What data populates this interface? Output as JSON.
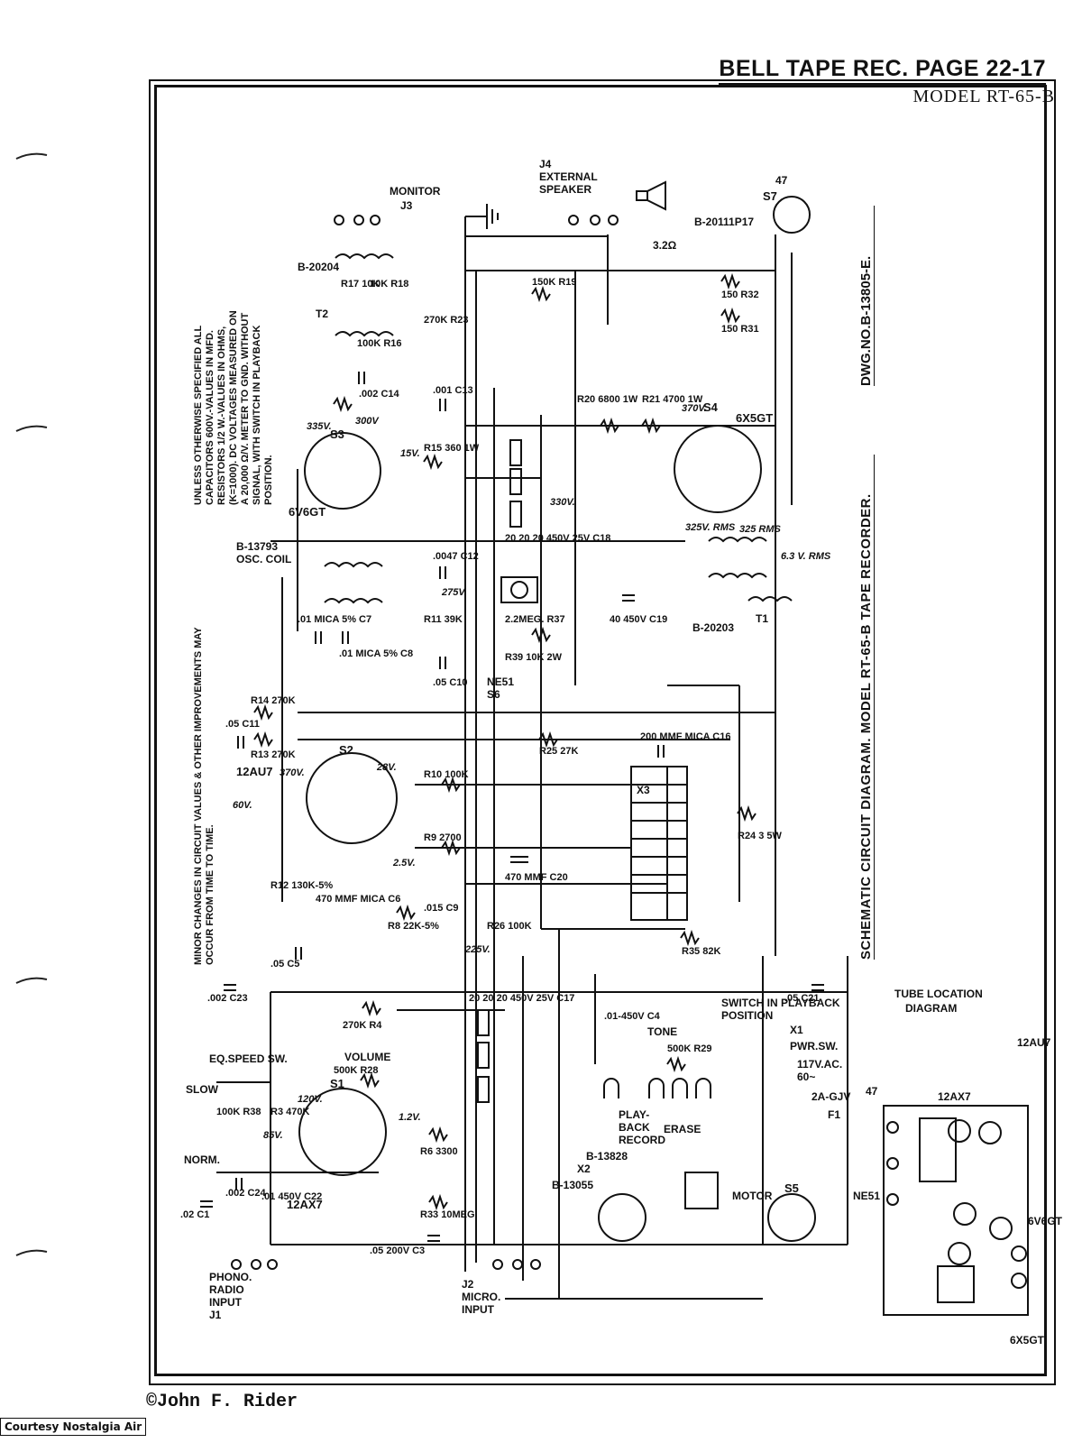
{
  "header": {
    "title": "BELL TAPE REC. PAGE 22-17",
    "model": "MODEL RT-65-B"
  },
  "notes": {
    "unless": [
      "UNLESS OTHERWISE SPECIFIED ALL",
      "CAPACITORS 600V.-VALUES IN MFD.",
      "RESISTORS 1/2 W.-VALUES IN OHMS,",
      "(K=1000). DC VOLTAGES MEASURED ON",
      "A 20,000 Ω/V. METER TO GND. WITHOUT",
      "SIGNAL, WITH SWITCH IN PLAYBACK",
      "POSITION."
    ],
    "minor": [
      "MINOR CHANGES IN CIRCUIT VALUES & OTHER IMPROVEMENTS MAY",
      "OCCUR FROM TIME TO TIME."
    ]
  },
  "captions": {
    "schematic": "SCHEMATIC CIRCUIT DIAGRAM. MODEL RT-65-B TAPE RECORDER.",
    "dwg": "DWG.NO.B-13805-E.",
    "tube_location": [
      "TUBE LOCATION",
      "DIAGRAM"
    ],
    "switch_note": [
      "SWITCH IN PLAYBACK",
      "POSITION"
    ]
  },
  "tubes": {
    "v1": "12AX7",
    "v2": "12AU7",
    "v3": "6V6GT",
    "v4": "6X5GT",
    "s1": "S1",
    "s2": "S2",
    "s3": "S3",
    "s4": "S4",
    "s5": "S5",
    "s7": "S7"
  },
  "labels": {
    "monitor": "MONITOR",
    "j3": "J3",
    "ext_speaker": [
      "J4",
      "EXTERNAL",
      "SPEAKER"
    ],
    "phono": [
      "PHONO.",
      "RADIO",
      "INPUT",
      "J1"
    ],
    "micro": [
      "J2",
      "MICRO.",
      "INPUT"
    ],
    "eq_speed": "EQ.SPEED SW.",
    "slow": "SLOW",
    "norm": "NORM.",
    "volume": "VOLUME",
    "tone": "TONE",
    "motor": "MOTOR",
    "erase": "ERASE",
    "playback_record": [
      "PLAY-",
      "BACK",
      "RECORD"
    ],
    "osc_coil": [
      "B-13793",
      "OSC. COIL"
    ],
    "power": [
      "117V.AC.",
      "60~",
      "PWR.SW.",
      "2A-GJV"
    ],
    "ne51": [
      "NE51",
      "S6"
    ],
    "t1": "T1",
    "t2": "T2",
    "x1": "X1",
    "x2": "X2",
    "x3": "X3",
    "f1": "F1",
    "ohm32": "3.2Ω",
    "spk": "B-20111P17",
    "xfmr1": "B-20203",
    "xfmr2": "B-20204",
    "b13828": "B-13828",
    "b13055": "B-13055",
    "neon47": "47"
  },
  "components": {
    "r3": "R3 470K",
    "r4": "270K R4",
    "r6": "R6 3300",
    "r8": "R8 22K-5%",
    "r9": "R9 2700",
    "r10": "R10 100K",
    "r11": "R11 39K",
    "r12": "R12 130K-5%",
    "r13": "R13 270K",
    "r14": "R14 270K",
    "r15": "R15 360 1W",
    "r16": "100K R16",
    "r17": "R17 10K",
    "r18": "10K R18",
    "r19": "150K R19",
    "r20": "R20 6800 1W",
    "r21": "R21 4700 1W",
    "r23": "270K R23",
    "r24": "R24 3 5W",
    "r25": "R25 27K",
    "r26": "R26 100K",
    "r28": "500K R28",
    "r29": "500K R29",
    "r31": "150 R31",
    "r32": "150 R32",
    "r33": "R33 10MEG.",
    "r35": "R35 82K",
    "r37": "2.2MEG. R37",
    "r38": "100K R38",
    "r39": "R39 10K 2W",
    "c1": ".02 C1",
    "c3": ".05 200V C3",
    "c4": ".01-450V C4",
    "c5": ".05 C5",
    "c7": ".01 MICA 5% C7",
    "c8": ".01 MICA 5% C8",
    "c9": ".015 C9",
    "c10": ".05 C10",
    "c11": ".05 C11",
    "c12": ".0047 C12",
    "c13": ".001 C13",
    "c14": ".002 C14",
    "c16": "200 MMF MICA C16",
    "c17": "20 20 20 450V 25V C17",
    "c18": "20 20 20 450V 25V C18",
    "c19": "40 450V C19",
    "c20": "470 MMF C20",
    "c21": ".05 C21",
    "c22": ".01 450V C22",
    "c23": ".002 C23",
    "c24": ".002 C24",
    "c6": "470 MMF MICA C6"
  },
  "voltages": {
    "v_335": "335V.",
    "v_300": "300V",
    "v_15": "15V.",
    "v_275": "275V.",
    "v_330": "330V.",
    "v_370a": "370V.",
    "v_325": "325V. RMS",
    "v_325b": "325 RMS",
    "v_63": "6.3 V. RMS",
    "v_370b": "370V.",
    "v_28": "28V.",
    "v_60": "60V.",
    "v_25k": "2.5V.",
    "v_225": "225V.",
    "v_120": "120V.",
    "v_85": "85V.",
    "v_12": "1.2V."
  },
  "colors": {
    "ink": "#111111",
    "paper": "#ffffff"
  },
  "footer": {
    "copyright": "©John F. Rider",
    "courtesy": "Courtesy Nostalgia Air"
  }
}
